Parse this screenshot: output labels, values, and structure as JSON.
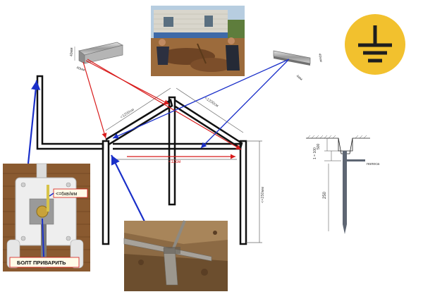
{
  "labels": {
    "angle_height": "40мм",
    "angle_width": "40мм",
    "strip_width": "40мм",
    "strip_thickness": "4мм",
    "dist_left_diag": "<1200см",
    "dist_right_diag": "<1200см",
    "dist_horizontal": "<12см",
    "depth_rod": "<=250мм",
    "section_top": "500",
    "section_level": "1 = 100",
    "section_strip": "полоса",
    "section_length": "250",
    "box_wire": "<=6кв/мм",
    "box_bolt": "БОЛТ ПРИВАРИТЬ"
  },
  "colors": {
    "red_arrow": "#d81b1b",
    "blue_arrow": "#1a2fc9",
    "ground_badge": "#f2c12e"
  },
  "icons": [
    "ground-symbol-icon"
  ]
}
